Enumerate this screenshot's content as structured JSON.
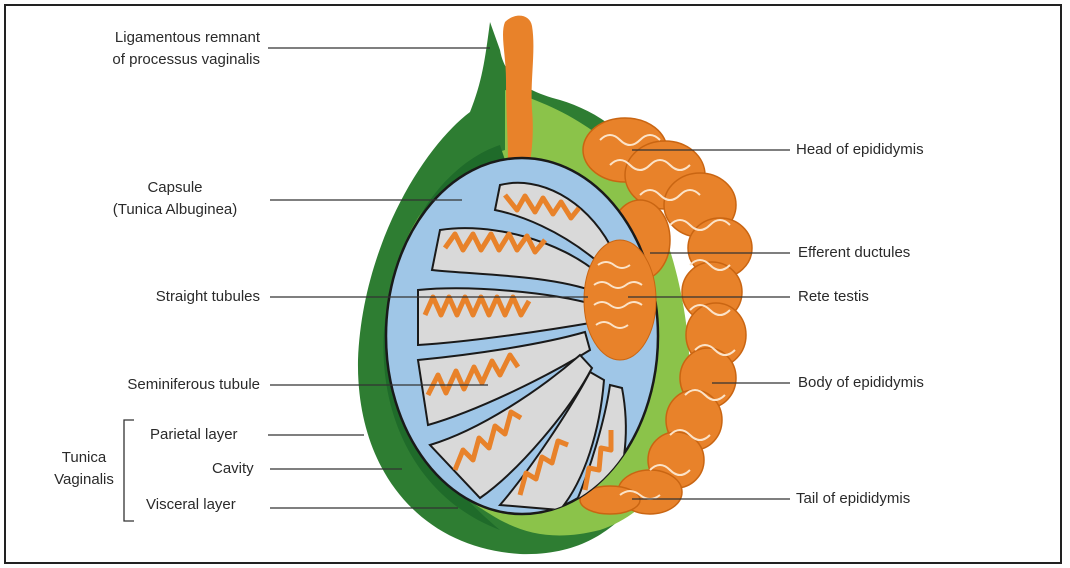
{
  "labels": {
    "ligament_line1": "Ligamentous remnant",
    "ligament_line2": "of processus vaginalis",
    "capsule_line1": "Capsule",
    "capsule_line2": "(Tunica Albuginea)",
    "straight_tubules": "Straight tubules",
    "seminiferous_tubule": "Seminiferous tubule",
    "tunica_vaginalis_line1": "Tunica",
    "tunica_vaginalis_line2": "Vaginalis",
    "parietal_layer": "Parietal layer",
    "cavity": "Cavity",
    "visceral_layer": "Visceral layer",
    "head_of_epididymis": "Head of epididymis",
    "efferent_ductules": "Efferent ductules",
    "rete_testis": "Rete testis",
    "body_of_epididymis": "Body of epididymis",
    "tail_of_epididymis": "Tail of epididymis"
  },
  "colors": {
    "tunica_outer": "#2e7d32",
    "tunica_light": "#8bc34a",
    "testis_blue": "#9fc6e7",
    "tubule_orange": "#e8822a",
    "tubule_inner": "#d9d9d9",
    "outline": "#1a1a1a",
    "leader_line": "#333333"
  }
}
